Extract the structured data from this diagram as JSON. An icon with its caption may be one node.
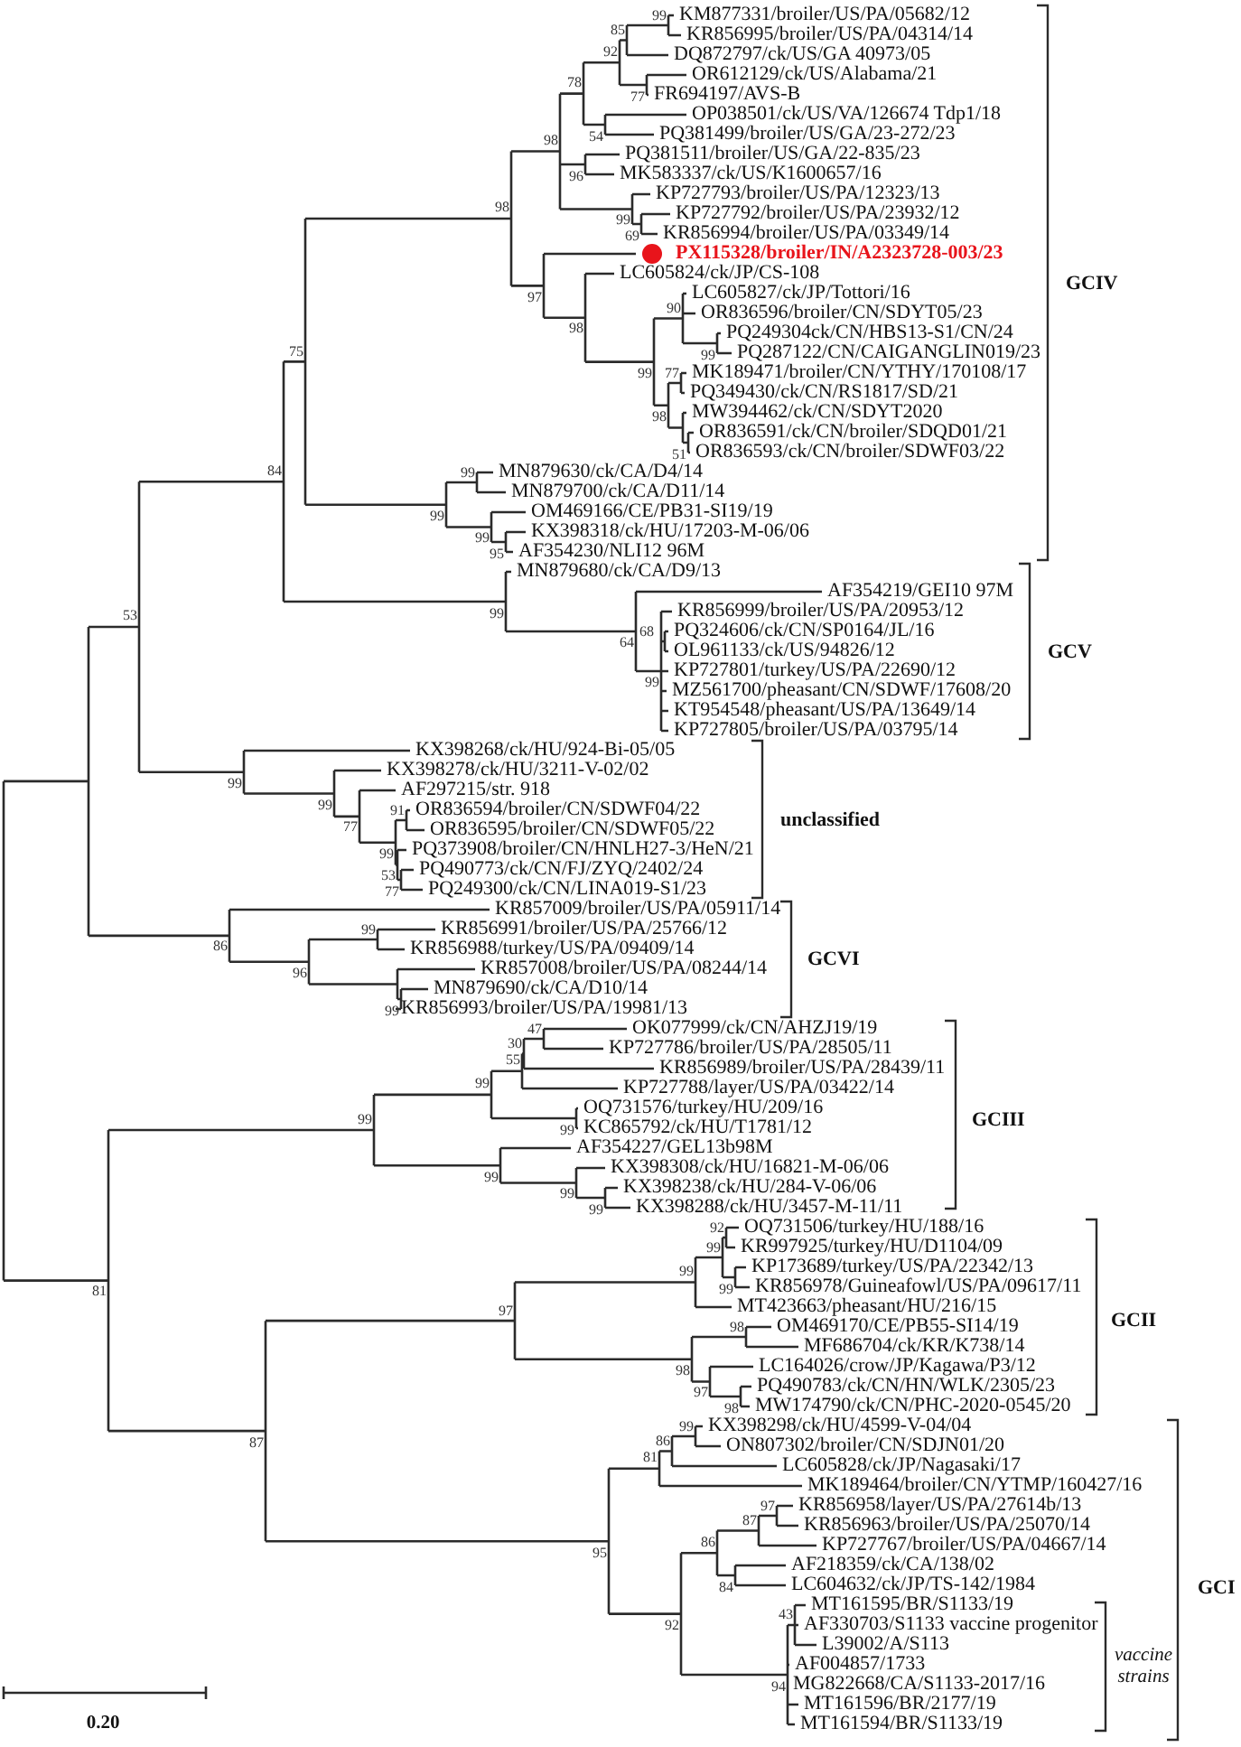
{
  "diagram": {
    "labels": [
      "KM877331/broiler/US/PA/05682/12",
      "KR856995/broiler/US/PA/04314/14",
      "DQ872797/ck/US/GA 40973/05",
      "OR612129/ck/US/Alabama/21",
      "FR694197/AVS-B",
      "OP038501/ck/US/VA/126674 Tdp1/18",
      "PQ381499/broiler/US/GA/23-272/23",
      "PQ381511/broiler/US/GA/22-835/23",
      "MK583337/ck/US/K1600657/16",
      "KP727793/broiler/US/PA/12323/13",
      "KP727792/broiler/US/PA/23932/12",
      "KR856994/broiler/US/PA/03349/14",
      "PX115328/broiler/IN/A2323728-003/23",
      "LC605824/ck/JP/CS-108",
      "LC605827/ck/JP/Tottori/16",
      "OR836596/broiler/CN/SDYT05/23",
      "PQ249304ck/CN/HBS13-S1/CN/24",
      "PQ287122/CN/CAIGANGLIN019/23",
      "MK189471/broiler/CN/YTHY/170108/17",
      "PQ349430/ck/CN/RS1817/SD/21",
      "MW394462/ck/CN/SDYT2020",
      "OR836591/ck/CN/broiler/SDQD01/21",
      "OR836593/ck/CN/broiler/SDWF03/22",
      "MN879630/ck/CA/D4/14",
      "MN879700/ck/CA/D11/14",
      "OM469166/CE/PB31-SI19/19",
      "KX398318/ck/HU/17203-M-06/06",
      "AF354230/NLI12 96M",
      "MN879680/ck/CA/D9/13",
      "AF354219/GEI10 97M",
      "KR856999/broiler/US/PA/20953/12",
      "PQ324606/ck/CN/SP0164/JL/16",
      "OL961133/ck/US/94826/12",
      "KP727801/turkey/US/PA/22690/12",
      "MZ561700/pheasant/CN/SDWF/17608/20",
      "KT954548/pheasant/US/PA/13649/14",
      "KP727805/broiler/US/PA/03795/14",
      "KX398268/ck/HU/924-Bi-05/05",
      "KX398278/ck/HU/3211-V-02/02",
      "AF297215/str. 918",
      "OR836594/broiler/CN/SDWF04/22",
      "OR836595/broiler/CN/SDWF05/22",
      "PQ373908/broiler/CN/HNLH27-3/HeN/21",
      "PQ490773/ck/CN/FJ/ZYQ/2402/24",
      "PQ249300/ck/CN/LINA019-S1/23",
      "KR857009/broiler/US/PA/05911/14",
      "KR856991/broiler/US/PA/25766/12",
      "KR856988/turkey/US/PA/09409/14",
      "KR857008/broiler/US/PA/08244/14",
      "MN879690/ck/CA/D10/14",
      "KR856993/broiler/US/PA/19981/13",
      "OK077999/ck/CN/AHZJ19/19",
      "KP727786/broiler/US/PA/28505/11",
      "KR856989/broiler/US/PA/28439/11",
      "KP727788/layer/US/PA/03422/14",
      "OQ731576/turkey/HU/209/16",
      "KC865792/ck/HU/T1781/12",
      "AF354227/GEL13b98M",
      "KX398308/ck/HU/16821-M-06/06",
      "KX398238/ck/HU/284-V-06/06",
      "KX398288/ck/HU/3457-M-11/11",
      "OQ731506/turkey/HU/188/16",
      "KR997925/turkey/HU/D1104/09",
      "KP173689/turkey/US/PA/22342/13",
      "KR856978/Guineafowl/US/PA/09617/11",
      "MT423663/pheasant/HU/216/15",
      "OM469170/CE/PB55-SI14/19",
      "MF686704/ck/KR/K738/14",
      "LC164026/crow/JP/Kagawa/P3/12",
      "PQ490783/ck/CN/HN/WLK/2305/23",
      "MW174790/ck/CN/PHC-2020-0545/20",
      "KX398298/ck/HU/4599-V-04/04",
      "ON807302/broiler/CN/SDJN01/20",
      "LC605828/ck/JP/Nagasaki/17",
      "MK189464/broiler/CN/YTMP/160427/16",
      "KR856958/layer/US/PA/27614b/13",
      "KR856963/broiler/US/PA/25070/14",
      "KP727767/broiler/US/PA/04667/14",
      "AF218359/ck/CA/138/02",
      "LC604632/ck/JP/TS-142/1984",
      "MT161595/BR/S1133/19",
      "AF330703/S1133 vaccine progenitor",
      "L39002/A/S113",
      "AF004857/1733",
      "MG822668/CA/S1133-2017/16",
      "MT161596/BR/2177/19",
      "MT161594/BR/S1133/19",
      "GCIV",
      "GCV",
      "unclassified",
      "GCVI",
      "GCIII",
      "GCII",
      "GCI",
      "vaccine strains",
      "99",
      "85",
      "92",
      "78",
      "77",
      "98",
      "54",
      "96",
      "98",
      "99",
      "69",
      "97",
      "90",
      "98",
      "75",
      "99",
      "77",
      "99",
      "98",
      "51",
      "99",
      "84",
      "99",
      "99",
      "95",
      "53",
      "99",
      "68",
      "64",
      "99",
      "99",
      "91",
      "99",
      "77",
      "99",
      "53",
      "77",
      "99",
      "86",
      "96",
      "99",
      "47",
      "30",
      "55",
      "99",
      "99",
      "99",
      "99",
      "99",
      "99",
      "92",
      "99",
      "99",
      "99",
      "81",
      "97",
      "98",
      "98",
      "97",
      "98",
      "99",
      "86",
      "87",
      "81",
      "97",
      "87",
      "86",
      "95",
      "84",
      "43",
      "92",
      "94",
      "0.20"
    ]
  }
}
